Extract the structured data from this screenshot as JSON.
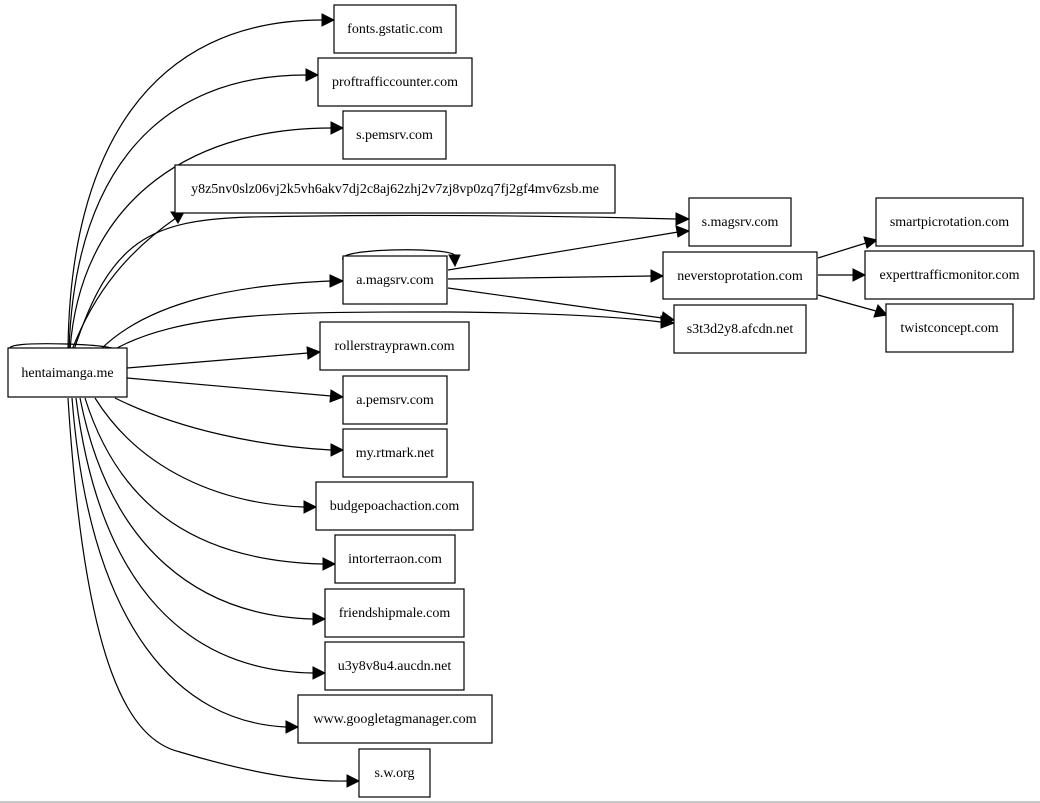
{
  "graph": {
    "nodes": {
      "root": "hentaimanga.me",
      "fonts": "fonts.gstatic.com",
      "proftraffic": "proftrafficcounter.com",
      "spemsrv": "s.pemsrv.com",
      "y8z": "y8z5nv0slz06vj2k5vh6akv7dj2c8aj62zhj2v7zj8vp0zq7fj2gf4mv6zsb.me",
      "smagsrv": "s.magsrv.com",
      "amagsrv": "a.magsrv.com",
      "neverstop": "neverstoprotation.com",
      "smartpic": "smartpicrotation.com",
      "experttraffic": "experttrafficmonitor.com",
      "twistconcept": "twistconcept.com",
      "s3t3": "s3t3d2y8.afcdn.net",
      "rollerstray": "rollerstrayprawn.com",
      "apemsrv": "a.pemsrv.com",
      "rtmark": "my.rtmark.net",
      "budgepoach": "budgepoachaction.com",
      "intorterraon": "intorterraon.com",
      "friendship": "friendshipmale.com",
      "u3y8": "u3y8v8u4.aucdn.net",
      "gtm": "www.googletagmanager.com",
      "swo": "s.w.org"
    },
    "edges": [
      [
        "hentaimanga.me",
        "hentaimanga.me"
      ],
      [
        "hentaimanga.me",
        "fonts.gstatic.com"
      ],
      [
        "hentaimanga.me",
        "proftrafficcounter.com"
      ],
      [
        "hentaimanga.me",
        "s.pemsrv.com"
      ],
      [
        "hentaimanga.me",
        "y8z5nv0slz06vj2k5vh6akv7dj2c8aj62zhj2v7zj8vp0zq7fj2gf4mv6zsb.me"
      ],
      [
        "hentaimanga.me",
        "s.magsrv.com"
      ],
      [
        "hentaimanga.me",
        "a.magsrv.com"
      ],
      [
        "hentaimanga.me",
        "s3t3d2y8.afcdn.net"
      ],
      [
        "hentaimanga.me",
        "rollerstrayprawn.com"
      ],
      [
        "hentaimanga.me",
        "a.pemsrv.com"
      ],
      [
        "hentaimanga.me",
        "my.rtmark.net"
      ],
      [
        "hentaimanga.me",
        "budgepoachaction.com"
      ],
      [
        "hentaimanga.me",
        "intorterraon.com"
      ],
      [
        "hentaimanga.me",
        "friendshipmale.com"
      ],
      [
        "hentaimanga.me",
        "u3y8v8u4.aucdn.net"
      ],
      [
        "hentaimanga.me",
        "www.googletagmanager.com"
      ],
      [
        "hentaimanga.me",
        "s.w.org"
      ],
      [
        "a.magsrv.com",
        "a.magsrv.com"
      ],
      [
        "a.magsrv.com",
        "s.magsrv.com"
      ],
      [
        "a.magsrv.com",
        "neverstoprotation.com"
      ],
      [
        "a.magsrv.com",
        "s3t3d2y8.afcdn.net"
      ],
      [
        "neverstoprotation.com",
        "smartpicrotation.com"
      ],
      [
        "neverstoprotation.com",
        "experttrafficmonitor.com"
      ],
      [
        "neverstoprotation.com",
        "twistconcept.com"
      ]
    ]
  }
}
